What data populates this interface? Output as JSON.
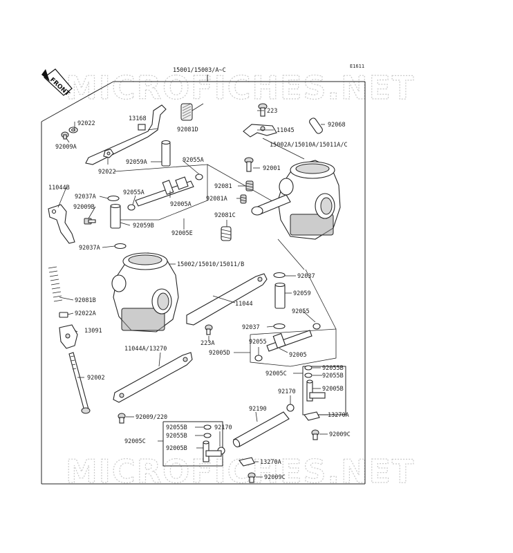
{
  "diagram": {
    "code": "E1611",
    "front_label": "FRONT",
    "watermark": "MICROFICHES.NET",
    "labels": [
      {
        "id": "l01",
        "text": "15001/15003/A~C"
      },
      {
        "id": "l02",
        "text": "13168"
      },
      {
        "id": "l03",
        "text": "92022"
      },
      {
        "id": "l04",
        "text": "92009A"
      },
      {
        "id": "l05",
        "text": "92081D"
      },
      {
        "id": "l06",
        "text": "223"
      },
      {
        "id": "l07",
        "text": "11045"
      },
      {
        "id": "l08",
        "text": "92068"
      },
      {
        "id": "l09",
        "text": "15002A/15010A/15011A/C"
      },
      {
        "id": "l10",
        "text": "92059A"
      },
      {
        "id": "l11",
        "text": "92022"
      },
      {
        "id": "l12",
        "text": "92055A"
      },
      {
        "id": "l13",
        "text": "92001"
      },
      {
        "id": "l14",
        "text": "11044B"
      },
      {
        "id": "l15",
        "text": "92037A"
      },
      {
        "id": "l16",
        "text": "92055A"
      },
      {
        "id": "l17",
        "text": "92081"
      },
      {
        "id": "l18",
        "text": "92009B"
      },
      {
        "id": "l19",
        "text": "92005A"
      },
      {
        "id": "l20",
        "text": "92081A"
      },
      {
        "id": "l21",
        "text": "92059B"
      },
      {
        "id": "l22",
        "text": "92081C"
      },
      {
        "id": "l23",
        "text": "92005E"
      },
      {
        "id": "l24",
        "text": "92037A"
      },
      {
        "id": "l25",
        "text": "15002/15010/15011/B"
      },
      {
        "id": "l26",
        "text": "92037"
      },
      {
        "id": "l27",
        "text": "92081B"
      },
      {
        "id": "l28",
        "text": "11044"
      },
      {
        "id": "l29",
        "text": "92059"
      },
      {
        "id": "l30",
        "text": "92022A"
      },
      {
        "id": "l31",
        "text": "92055"
      },
      {
        "id": "l32",
        "text": "13091"
      },
      {
        "id": "l33",
        "text": "92037"
      },
      {
        "id": "l34",
        "text": "223A"
      },
      {
        "id": "l35",
        "text": "92055"
      },
      {
        "id": "l36",
        "text": "11044A/13270"
      },
      {
        "id": "l37",
        "text": "92005D"
      },
      {
        "id": "l38",
        "text": "92005"
      },
      {
        "id": "l39",
        "text": "92055B"
      },
      {
        "id": "l40",
        "text": "92002"
      },
      {
        "id": "l41",
        "text": "92005C"
      },
      {
        "id": "l42",
        "text": "92055B"
      },
      {
        "id": "l43",
        "text": "92005B"
      },
      {
        "id": "l44",
        "text": "92170"
      },
      {
        "id": "l45",
        "text": "92190"
      },
      {
        "id": "l46",
        "text": "13270A"
      },
      {
        "id": "l47",
        "text": "92009/220"
      },
      {
        "id": "l48",
        "text": "92055B"
      },
      {
        "id": "l49",
        "text": "92170"
      },
      {
        "id": "l50",
        "text": "92055B"
      },
      {
        "id": "l51",
        "text": "92009C"
      },
      {
        "id": "l52",
        "text": "92005C"
      },
      {
        "id": "l53",
        "text": "92005B"
      },
      {
        "id": "l54",
        "text": "13270A"
      },
      {
        "id": "l55",
        "text": "92009C"
      }
    ]
  }
}
